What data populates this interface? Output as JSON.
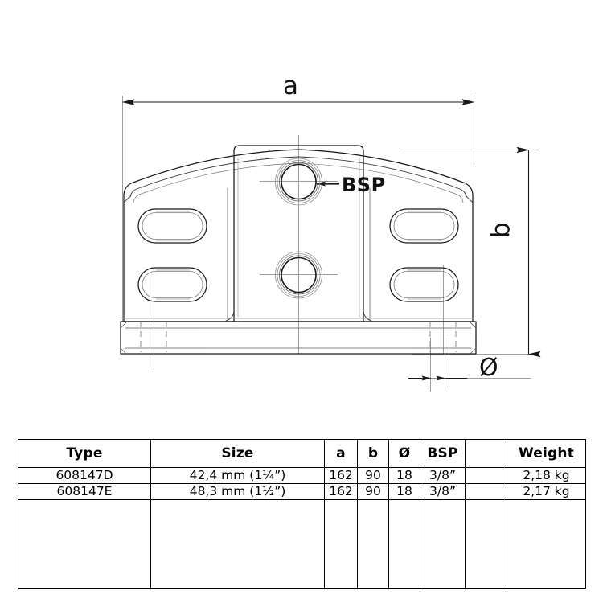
{
  "drawing": {
    "title": "Technical drawing - double sided fixing base bracket",
    "dimension_labels": {
      "width_label": "a",
      "height_label": "b",
      "diameter_label": "Ø",
      "thread_callout": "BSP"
    },
    "line_color": "#1a1a1a",
    "construction_line_color": "#9a9a9a",
    "background": "#ffffff"
  },
  "table": {
    "columns": [
      "Type",
      "Size",
      "a",
      "b",
      "Ø",
      "BSP",
      "",
      "Weight"
    ],
    "rows": [
      {
        "type": "608147D",
        "size": "42,4 mm (1¼”)",
        "a": "162",
        "b": "90",
        "dia": "18",
        "bsp": "3/8”",
        "blank": "",
        "weight": "2,18 kg"
      },
      {
        "type": "608147E",
        "size": "48,3 mm (1½”)",
        "a": "162",
        "b": "90",
        "dia": "18",
        "bsp": "3/8”",
        "blank": "",
        "weight": "2,17 kg"
      }
    ]
  }
}
